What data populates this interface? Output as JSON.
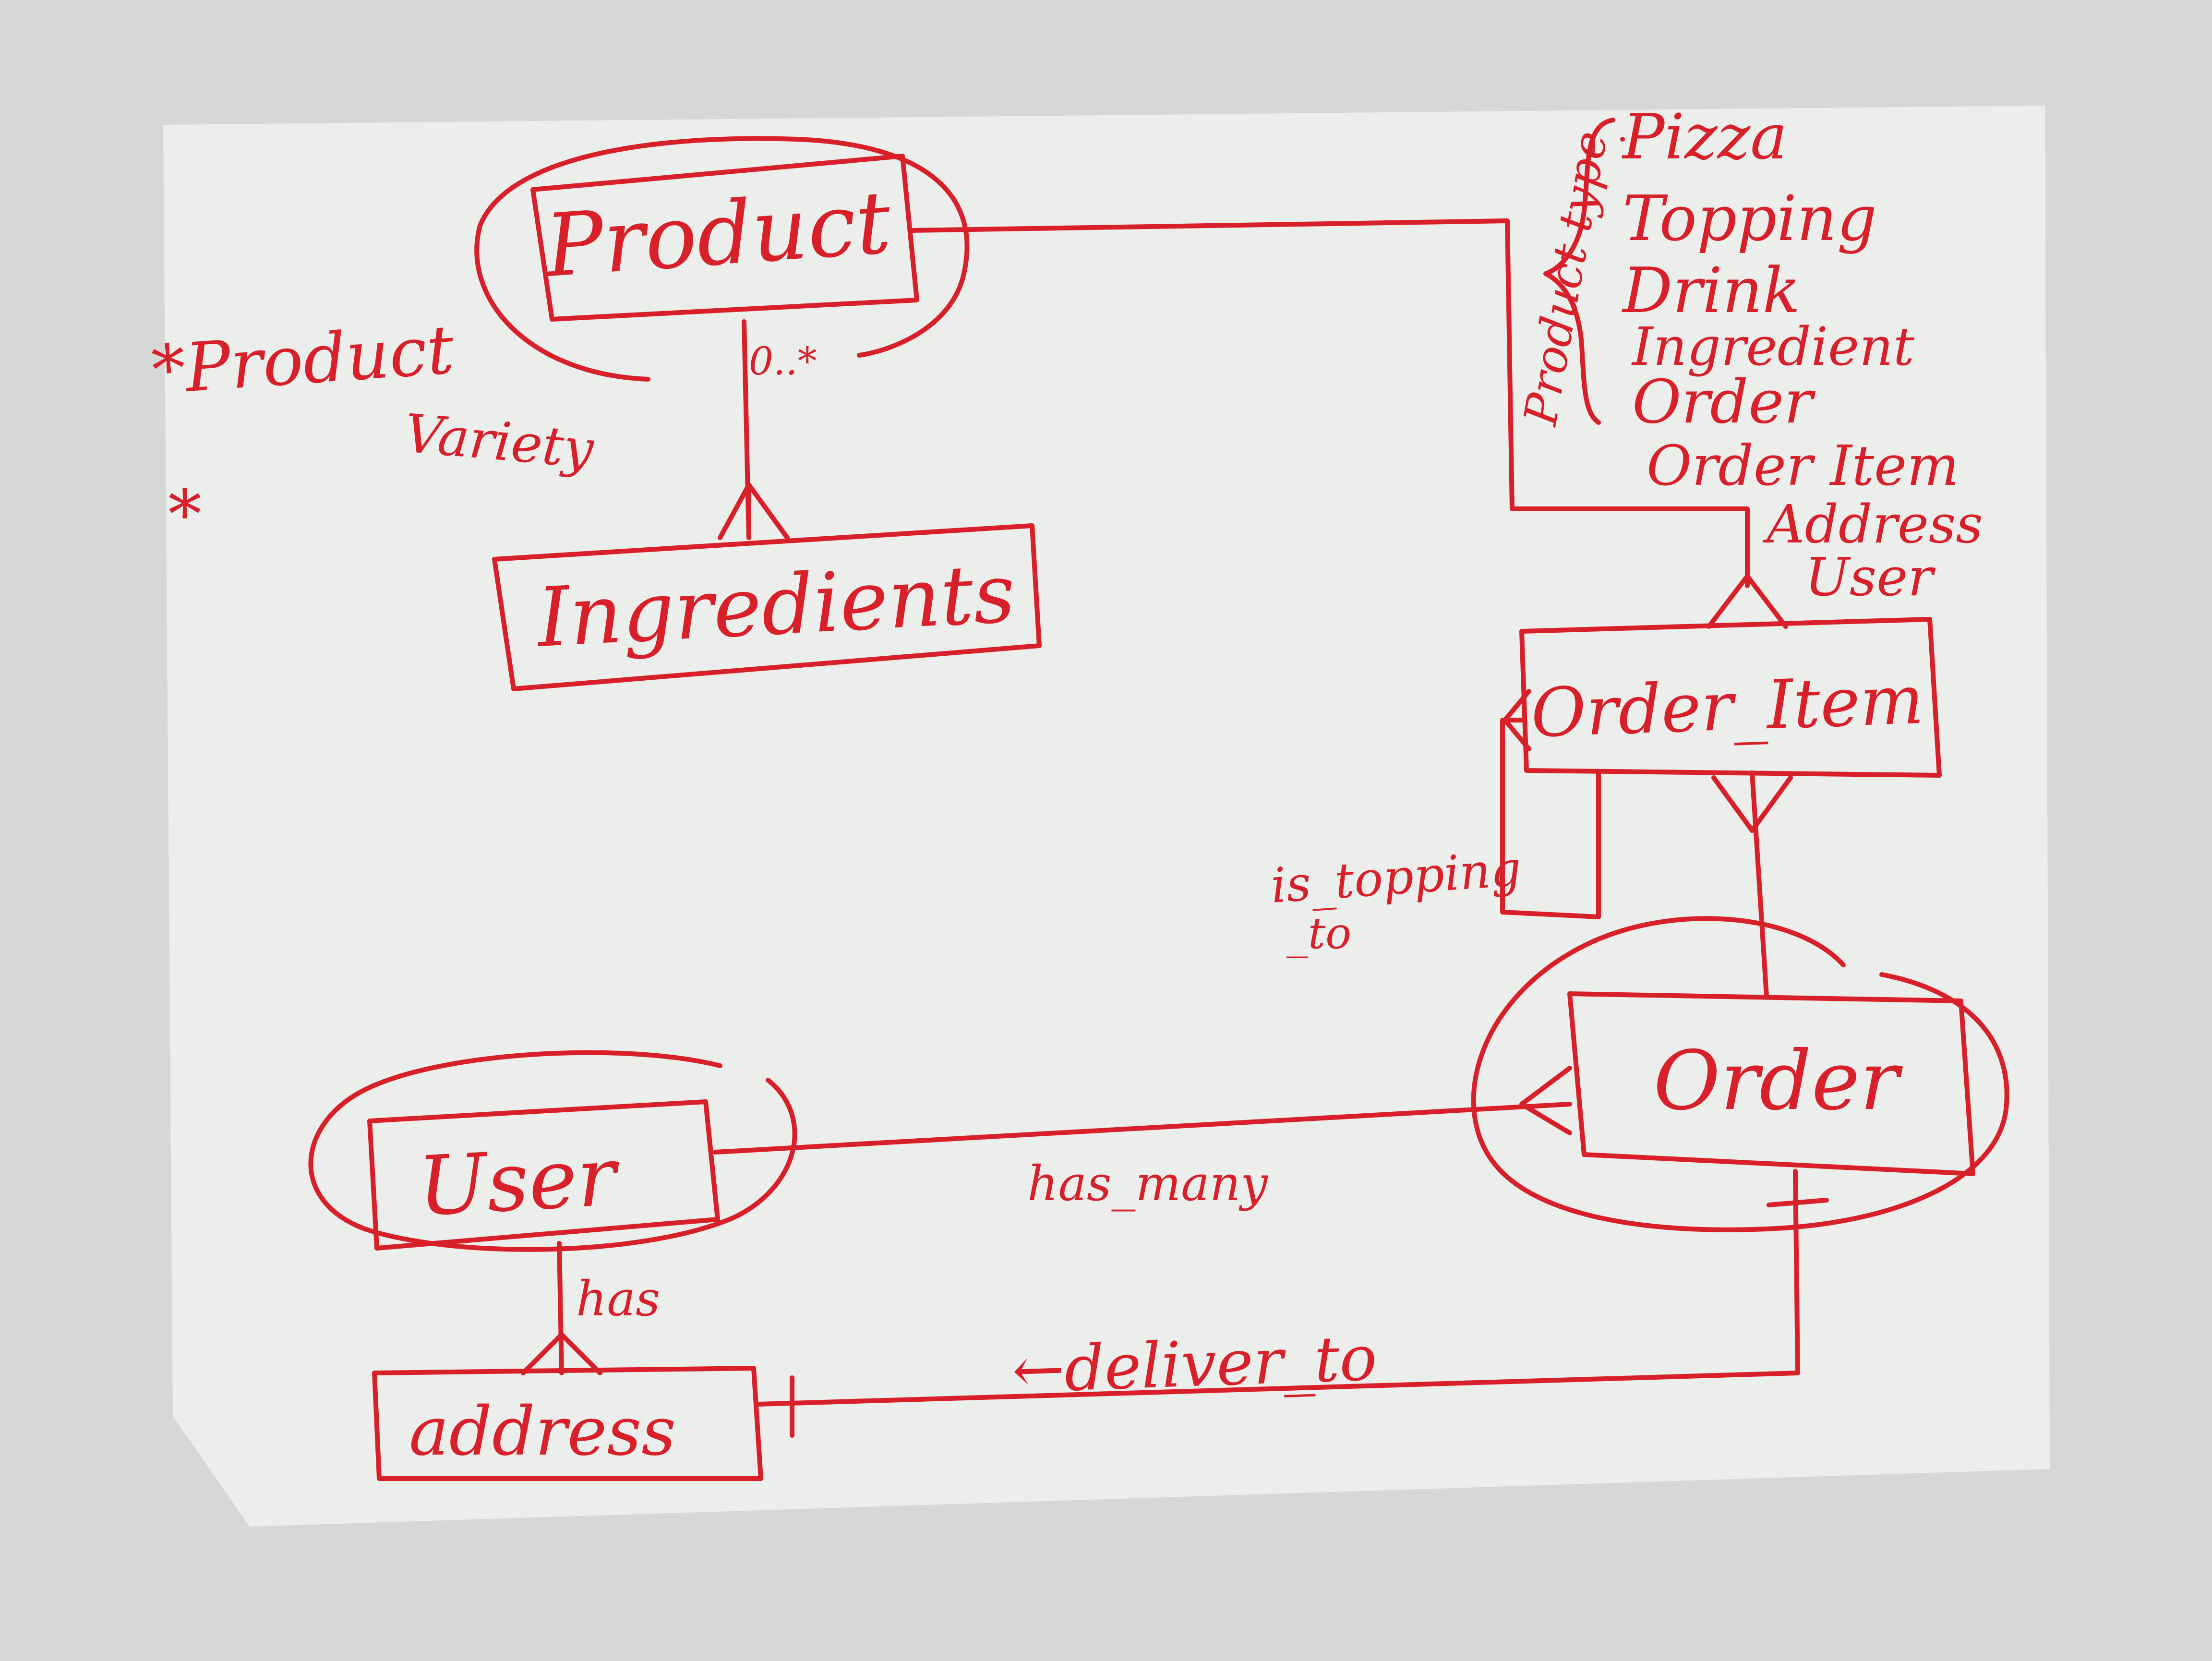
{
  "diagram": {
    "ink_color": "#d8202a",
    "paper_color": "#eceeec",
    "wall_color": "#d6d8d6",
    "entities": {
      "product": "Product",
      "ingredients": "Ingredients",
      "order_item": "Order_Item",
      "order": "Order",
      "user": "User",
      "address": "address"
    },
    "relationships": {
      "product_ingredients_cardinality": "0..*",
      "is_topping_to_line1": "is_topping",
      "is_topping_to_line2": "_to",
      "user_order": "has_many",
      "user_address": "has",
      "order_address": "←deliver_to"
    },
    "notes": {
      "product_variety_line1": "*Product",
      "product_variety_line2": "Variety",
      "empty_bullet": "*"
    },
    "product_type": {
      "label": "Product type",
      "items": [
        "Pizza",
        "Topping",
        "Drink",
        "Ingredient",
        "Order",
        "Order Item",
        "Address",
        "User"
      ]
    }
  }
}
